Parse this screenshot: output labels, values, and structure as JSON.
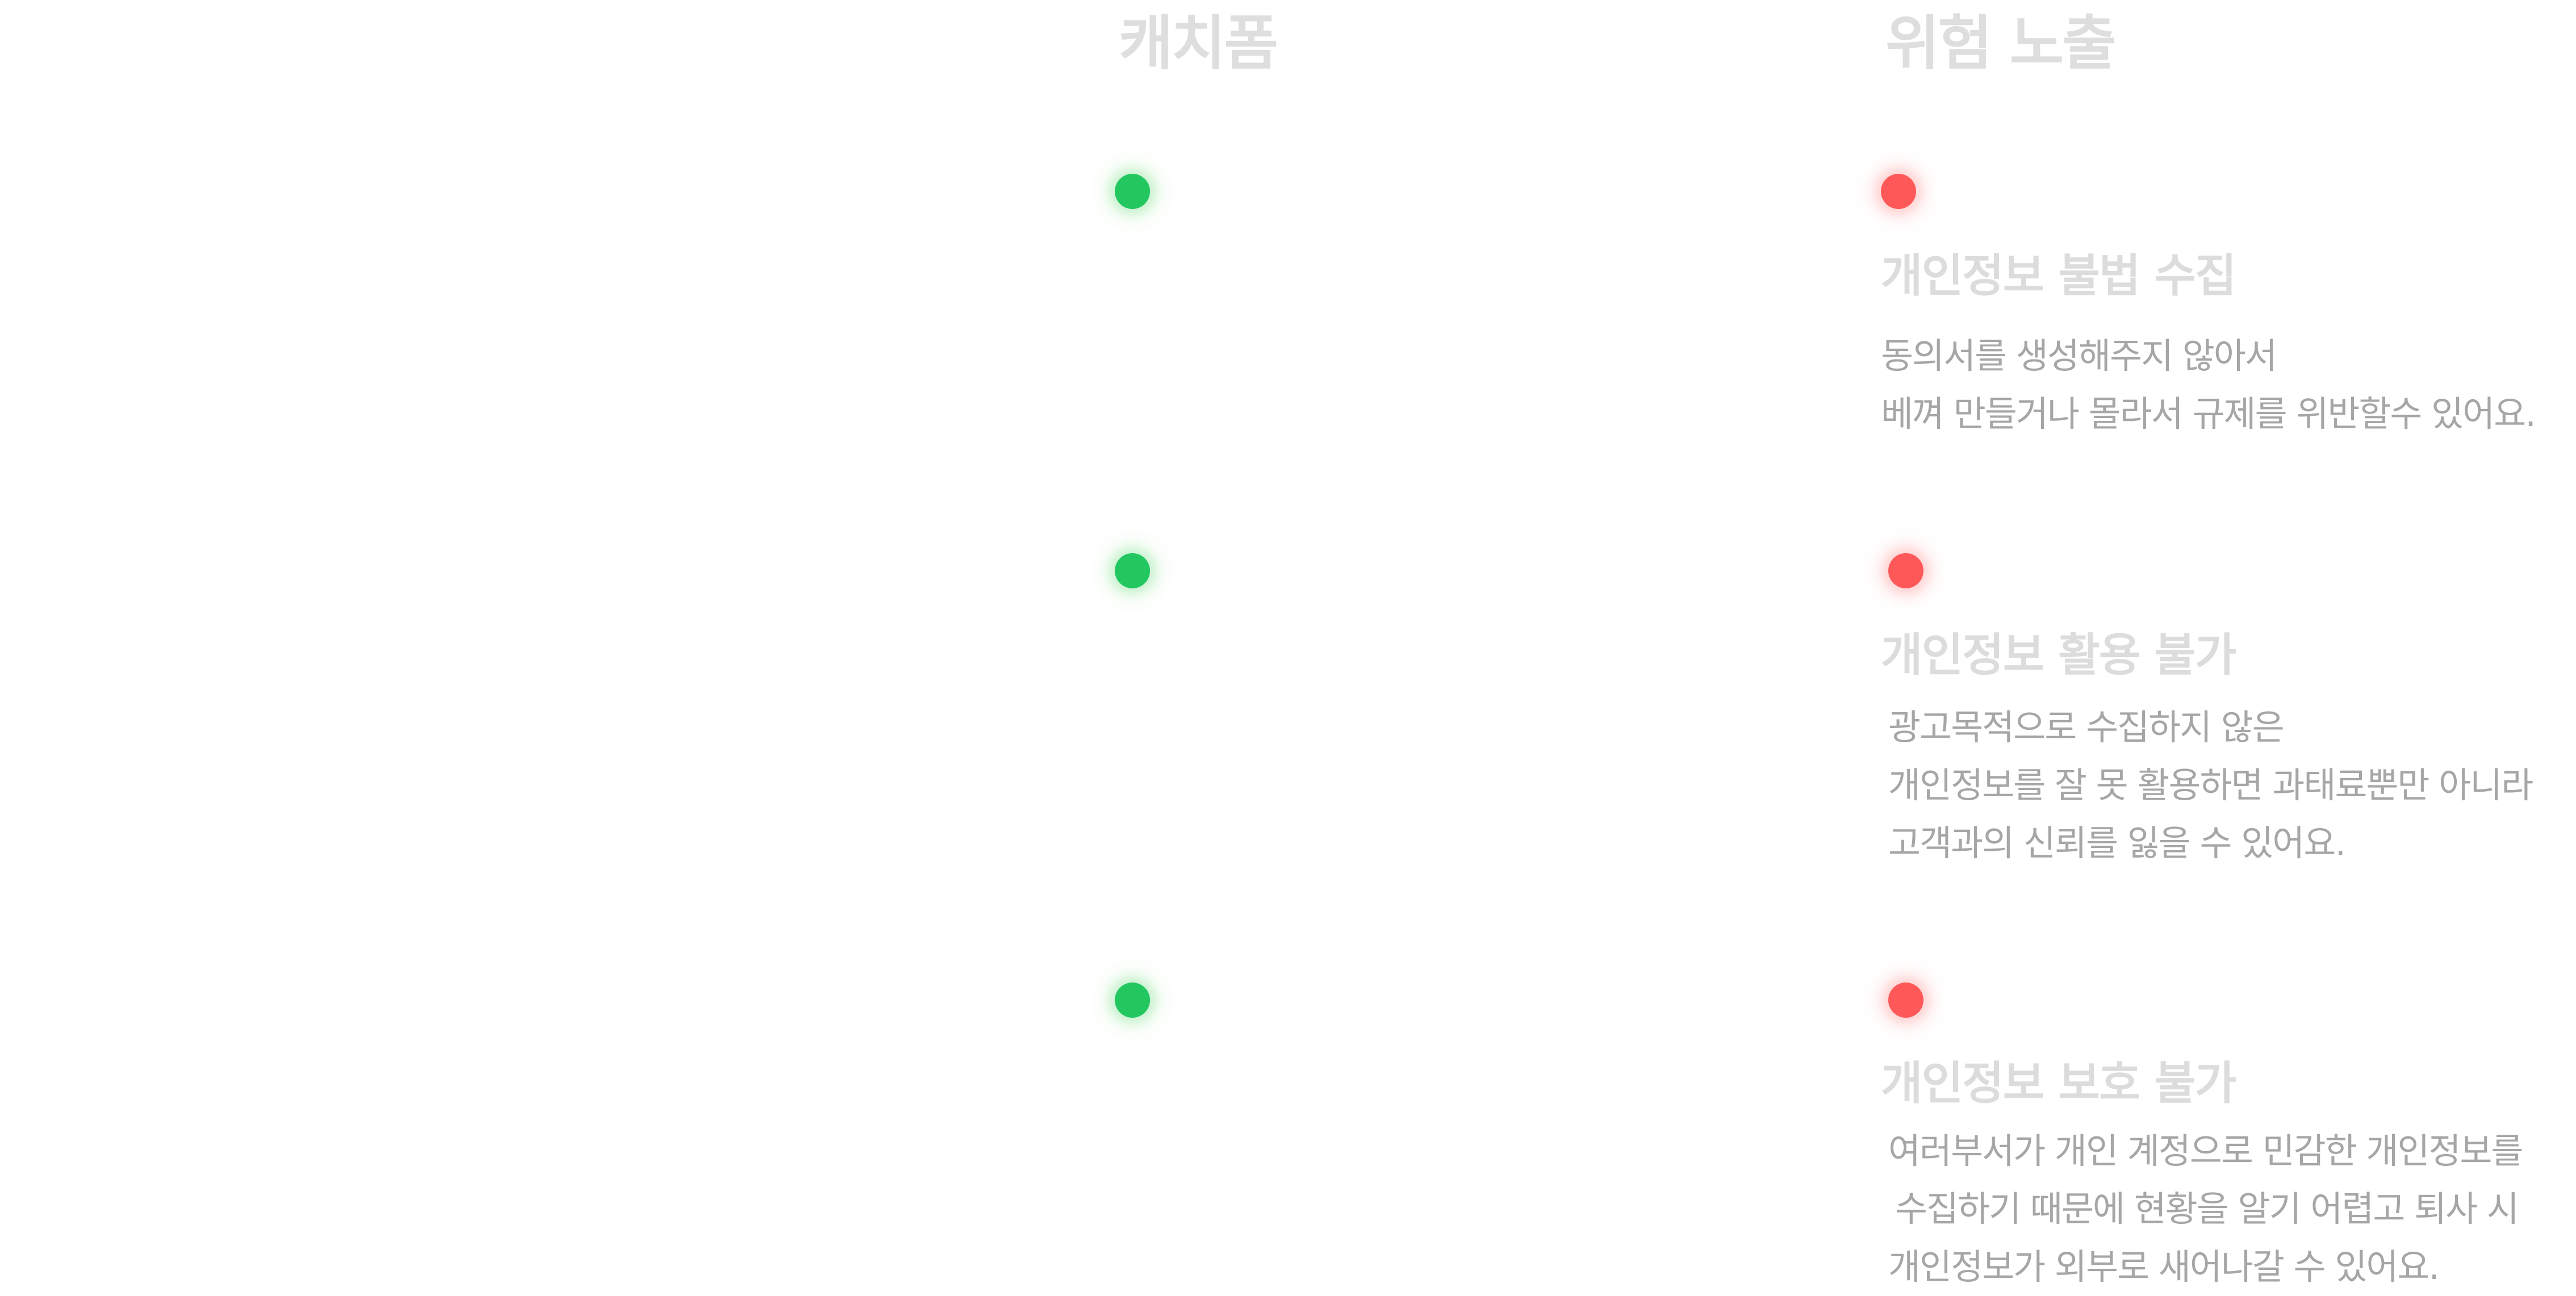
{
  "columns": {
    "left_title": "캐치폼",
    "right_title": "위험 노출"
  },
  "status_colors": {
    "catchform": "#22c760",
    "risk": "#ff5858"
  },
  "rows": [
    {
      "title": "개인정보 불법 수집",
      "lines": [
        "동의서를 생성해주지 않아서",
        "베껴 만들거나 몰라서 규제를 위반할수 있어요."
      ]
    },
    {
      "title": "개인정보 활용 불가",
      "lines": [
        "광고목적으로 수집하지 않은",
        "개인정보를 잘 못 활용하면 과태료뿐만 아니라",
        "고객과의 신뢰를 잃을 수 있어요."
      ]
    },
    {
      "title": "개인정보 보호 불가",
      "lines": [
        "여러부서가 개인 계정으로 민감한 개인정보를",
        "수집하기 때문에 현황을 알기 어렵고 퇴사 시",
        "개인정보가 외부로 새어나갈 수 있어요."
      ]
    }
  ]
}
